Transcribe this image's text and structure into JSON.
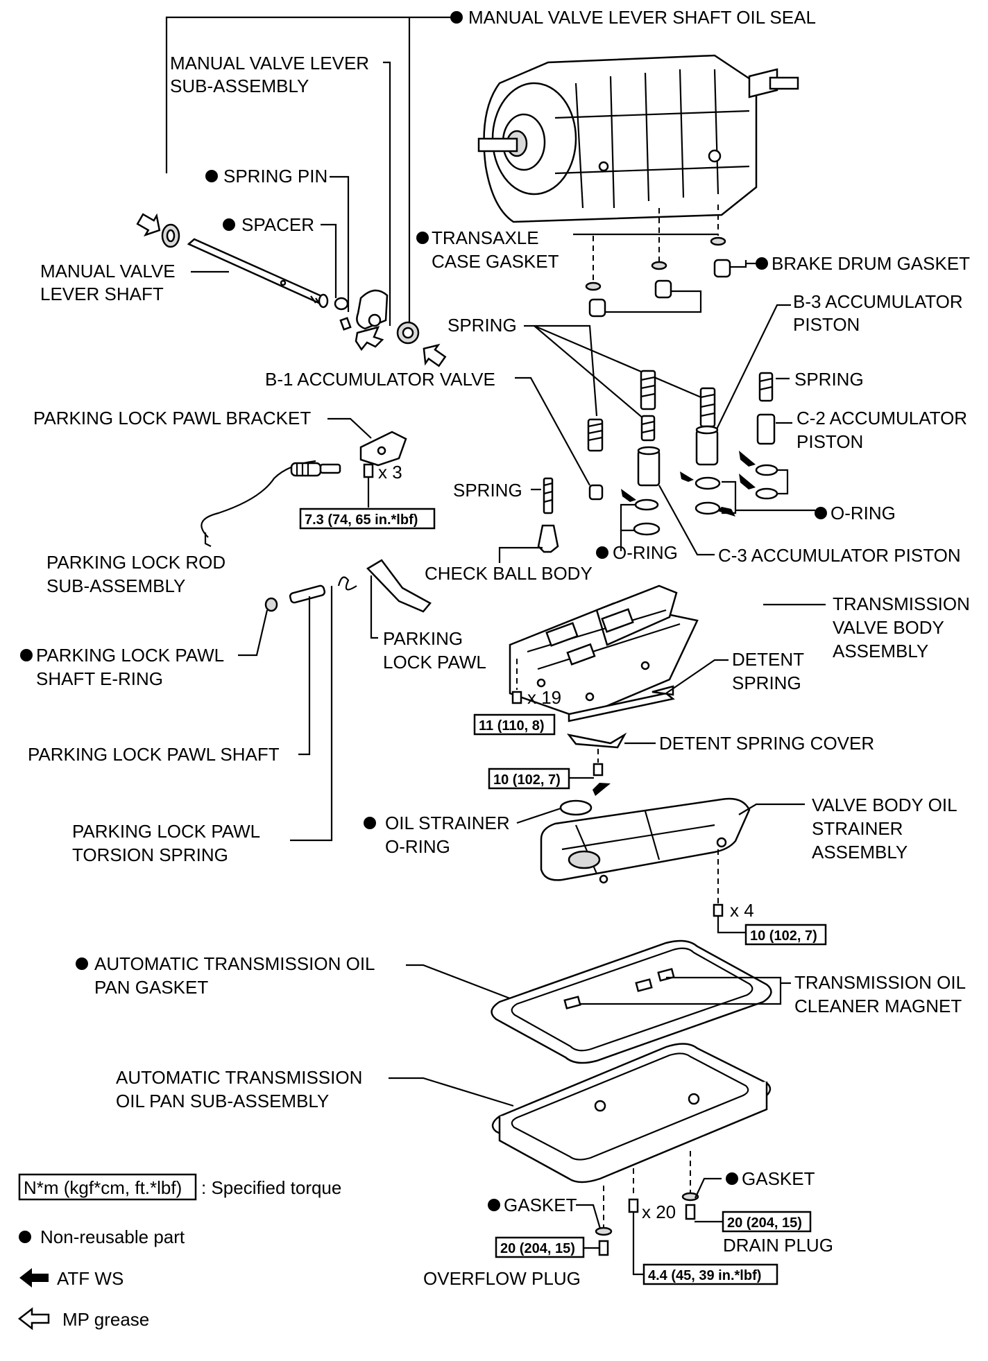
{
  "labels": {
    "manual_valve_lever_shaft_oil_seal": "MANUAL VALVE LEVER SHAFT OIL SEAL",
    "manual_valve_lever_sub_assembly_1": "MANUAL VALVE LEVER",
    "manual_valve_lever_sub_assembly_2": "SUB-ASSEMBLY",
    "spring_pin": "SPRING PIN",
    "spacer": "SPACER",
    "manual_valve_lever_shaft_1": "MANUAL VALVE",
    "manual_valve_lever_shaft_2": "LEVER SHAFT",
    "transaxle_case_gasket_1": "TRANSAXLE",
    "transaxle_case_gasket_2": "CASE GASKET",
    "brake_drum_gasket": "BRAKE DRUM GASKET",
    "spring_top": "SPRING",
    "b3_accumulator_piston_1": "B-3 ACCUMULATOR",
    "b3_accumulator_piston_2": "PISTON",
    "b1_accumulator_valve": "B-1 ACCUMULATOR VALVE",
    "spring_right": "SPRING",
    "parking_lock_pawl_bracket": "PARKING LOCK PAWL BRACKET",
    "c2_accumulator_piston_1": "C-2 ACCUMULATOR",
    "c2_accumulator_piston_2": "PISTON",
    "spring_check": "SPRING",
    "o_ring_right": "O-RING",
    "o_ring_mid": "O-RING",
    "c3_accumulator_piston": "C-3 ACCUMULATOR PISTON",
    "check_ball_body": "CHECK BALL BODY",
    "parking_lock_rod_1": "PARKING LOCK ROD",
    "parking_lock_rod_2": "SUB-ASSEMBLY",
    "transmission_valve_body_1": "TRANSMISSION",
    "transmission_valve_body_2": "VALVE BODY",
    "transmission_valve_body_3": "ASSEMBLY",
    "parking_lock_pawl_1": "PARKING",
    "parking_lock_pawl_2": "LOCK PAWL",
    "e_ring_1": "PARKING LOCK PAWL",
    "e_ring_2": "SHAFT E-RING",
    "detent_spring_1": "DETENT",
    "detent_spring_2": "SPRING",
    "parking_lock_pawl_shaft": "PARKING LOCK PAWL SHAFT",
    "detent_spring_cover": "DETENT SPRING COVER",
    "torsion_spring_1": "PARKING LOCK PAWL",
    "torsion_spring_2": "TORSION SPRING",
    "oil_strainer_o_ring_1": "OIL STRAINER",
    "oil_strainer_o_ring_2": "O-RING",
    "strainer_assembly_1": "VALVE BODY OIL",
    "strainer_assembly_2": "STRAINER",
    "strainer_assembly_3": "ASSEMBLY",
    "oil_pan_gasket_1": "AUTOMATIC TRANSMISSION OIL",
    "oil_pan_gasket_2": "PAN GASKET",
    "oil_cleaner_magnet_1": "TRANSMISSION OIL",
    "oil_cleaner_magnet_2": "CLEANER MAGNET",
    "oil_pan_sub_assembly_1": "AUTOMATIC TRANSMISSION",
    "oil_pan_sub_assembly_2": "OIL PAN SUB-ASSEMBLY",
    "gasket_right": "GASKET",
    "gasket_left": "GASKET",
    "drain_plug": "DRAIN PLUG",
    "overflow_plug": "OVERFLOW PLUG"
  },
  "quantities": {
    "bracket_bolts": "x 3",
    "valve_body_bolts": "x 19",
    "strainer_bolts": "x 4",
    "oil_pan_bolts": "x 20"
  },
  "torques": {
    "bracket": "7.3 (74, 65 in.*lbf)",
    "valve_body": "11 (110, 8)",
    "detent_cover": "10 (102, 7)",
    "strainer": "10 (102, 7)",
    "drain_plug": "20 (204, 15)",
    "overflow_plug": "20 (204, 15)",
    "oil_pan": "4.4 (45, 39 in.*lbf)"
  },
  "legend": {
    "torque_box": "N*m (kgf*cm, ft.*lbf)",
    "torque_text": ": Specified torque",
    "non_reusable": "Non-reusable part",
    "atf": "ATF WS",
    "grease": "MP grease"
  }
}
